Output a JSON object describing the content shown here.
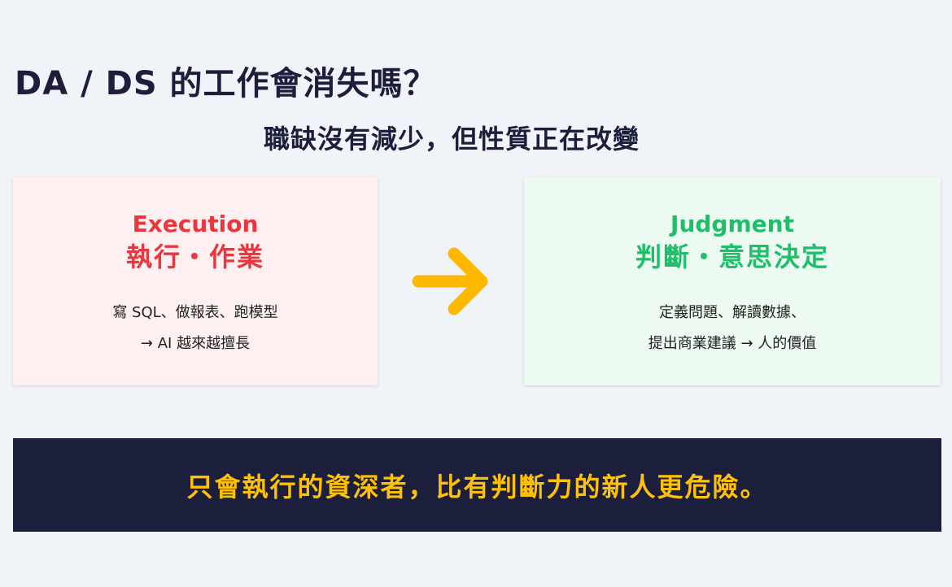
{
  "title": "DA / DS 的工作會消失嗎？",
  "subtitle": "職缺沒有減少，但性質正在改變",
  "execution_card": {
    "label_en": "Execution",
    "label_zh": "執行・作業",
    "desc_line1": "寫 SQL、做報表、跑模型",
    "desc_line2": "→ AI 越來越擅長"
  },
  "judgment_card": {
    "label_en": "Judgment",
    "label_zh": "判斷・意思決定",
    "desc_line1": "定義問題、解讀數據、",
    "desc_line2": "提出商業建議 → 人的價值"
  },
  "arrow_icon": "right-arrow-icon",
  "banner": {
    "text": "只會執行的資深者，比有判斷力的新人更危險。"
  },
  "colors": {
    "background": "#f0f3f8",
    "navy": "#1b1f3b",
    "execution_red": "#e8383f",
    "judgment_green": "#1fbf6a",
    "arrow_yellow": "#ffb800",
    "banner_text": "#ffc107"
  }
}
